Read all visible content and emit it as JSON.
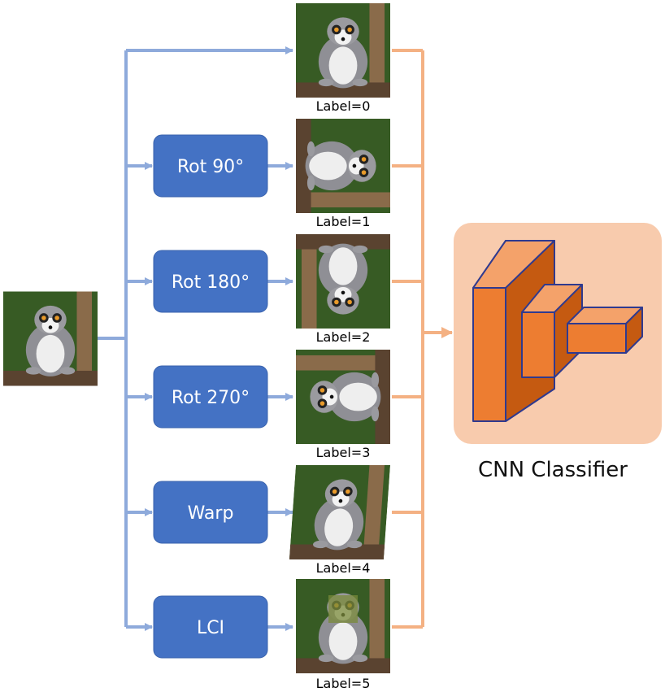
{
  "transforms": [
    {
      "label": ""
    },
    {
      "label": "Rot 90°"
    },
    {
      "label": "Rot 180°"
    },
    {
      "label": "Rot 270°"
    },
    {
      "label": "Warp"
    },
    {
      "label": "LCI"
    }
  ],
  "outputs": [
    {
      "caption": "Label=0"
    },
    {
      "caption": "Label=1"
    },
    {
      "caption": "Label=2"
    },
    {
      "caption": "Label=3"
    },
    {
      "caption": "Label=4"
    },
    {
      "caption": "Label=5"
    }
  ],
  "classifier": {
    "title": "CNN Classifier"
  },
  "colors": {
    "blue_line": "#8eaadb",
    "blue_box": "#4472c4",
    "orange_line": "#f4b183",
    "orange_panel": "#f8cbad",
    "cube_face": "#ed7d31",
    "cube_edge": "#2f3a8f"
  },
  "icons": {
    "input_image": "ring-tailed-lemur-photo",
    "output_images": "ring-tailed-lemur-photo"
  }
}
